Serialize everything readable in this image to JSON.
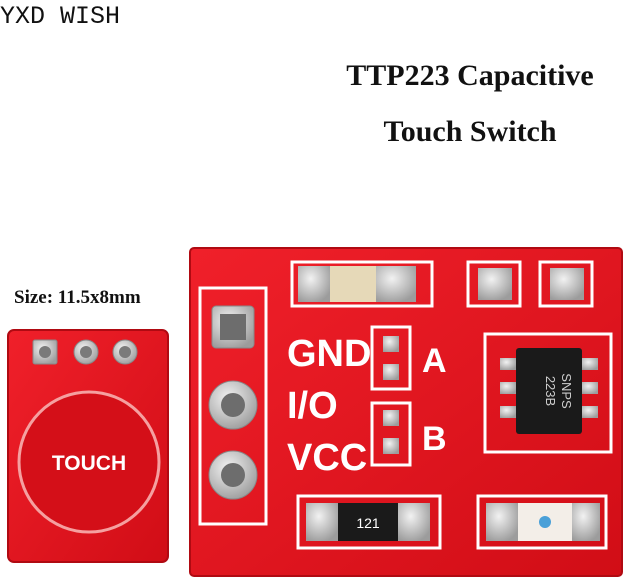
{
  "brand": "YXD WISH",
  "title": {
    "line1": "TTP223 Capacitive",
    "line2": "Touch Switch"
  },
  "size_label": "Size: 11.5x8mm",
  "small_board": {
    "touch_label": "TOUCH"
  },
  "large_board": {
    "pins": [
      "GND",
      "I/O",
      "VCC"
    ],
    "jumpers": [
      "A",
      "B"
    ],
    "chip_marking": [
      "223B",
      "SNPS"
    ],
    "resistor_marking": "121"
  },
  "colors": {
    "pcb": "#e8121b",
    "pcb_dark": "#c40c14",
    "pad": "#c9c9c9",
    "chip": "#1a1a1a"
  }
}
